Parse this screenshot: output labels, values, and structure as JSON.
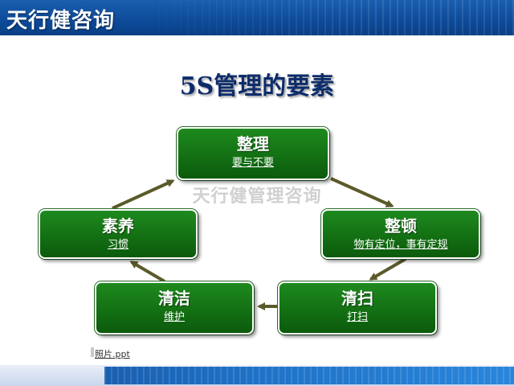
{
  "header": {
    "brand": "天行健咨询"
  },
  "title": "5S管理的要素",
  "watermark": "天行健管理咨询",
  "nodes": {
    "zhengli": {
      "title": "整理",
      "sub": "要与不要"
    },
    "zhengdun": {
      "title": "整顿",
      "sub": "物有定位，事有定规"
    },
    "qingsao": {
      "title": "清扫",
      "sub": "打扫"
    },
    "qingjie": {
      "title": "清洁",
      "sub": "维护"
    },
    "suyang": {
      "title": "素养",
      "sub": "习惯"
    }
  },
  "attachment": {
    "label": "照片.ppt"
  },
  "colors": {
    "header_blue": "#0d4a98",
    "node_green": "#137013",
    "arrow": "#5b5a2a",
    "title_navy": "#0d2c6b"
  }
}
